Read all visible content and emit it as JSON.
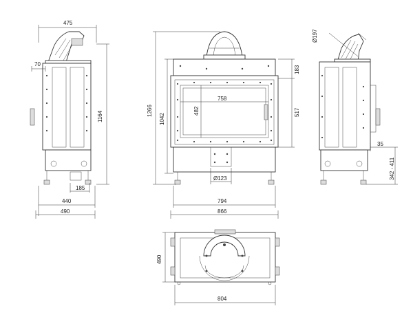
{
  "dimensions": {
    "side_top_width": "475",
    "side_offset": "70",
    "side_height": "1164",
    "side_leg": "185",
    "side_inner_width": "440",
    "side_total_width": "490",
    "front_total_height": "1266",
    "front_body_height": "1042",
    "front_glass_width": "758",
    "front_glass_height": "482",
    "front_flue_diameter": "Ø123",
    "front_body_width": "794",
    "front_total_width": "866",
    "front_top_offset": "183",
    "front_window_height": "517",
    "right_flue_diameter": "Ø197",
    "right_offset": "35",
    "right_range": "342 - 411",
    "plan_depth": "490",
    "plan_width": "804"
  }
}
